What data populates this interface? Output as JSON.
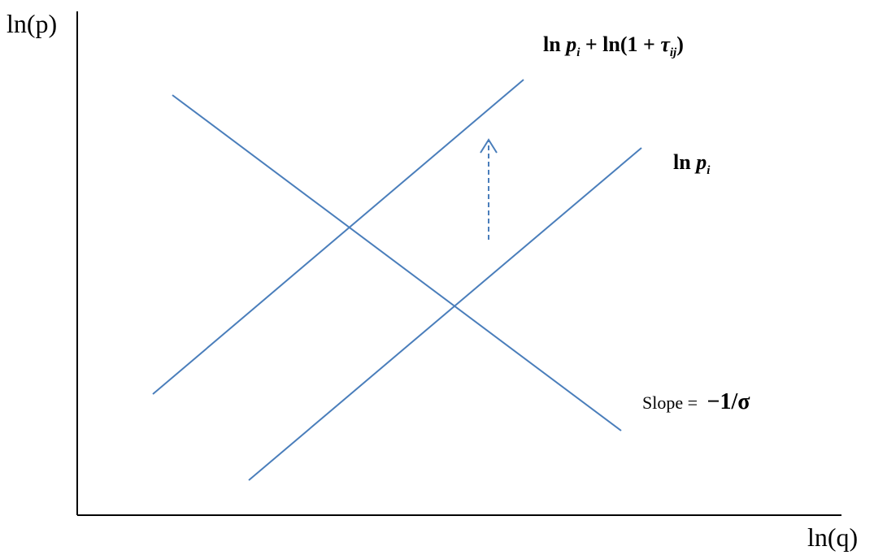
{
  "axes": {
    "y_label": "ln(p)",
    "x_label": "ln(q)",
    "color": "#000000"
  },
  "lines": {
    "color": "#4a7ebb",
    "supply_shifted": {
      "label_prefix": "ln ",
      "label_var": "p",
      "label_sub": "i",
      "label_mid": " + ln(1 + ",
      "label_tau": "τ",
      "label_tau_sub": "ij",
      "label_suffix": ")"
    },
    "supply": {
      "label_prefix": "ln ",
      "label_var": "p",
      "label_sub": "i"
    },
    "demand": {
      "slope_text": "Slope = ",
      "slope_value": "−1/",
      "slope_sigma": "σ"
    }
  },
  "shift_arrow": {
    "style": "dashed",
    "direction": "up",
    "icon": "dashed-up-arrow-icon"
  }
}
